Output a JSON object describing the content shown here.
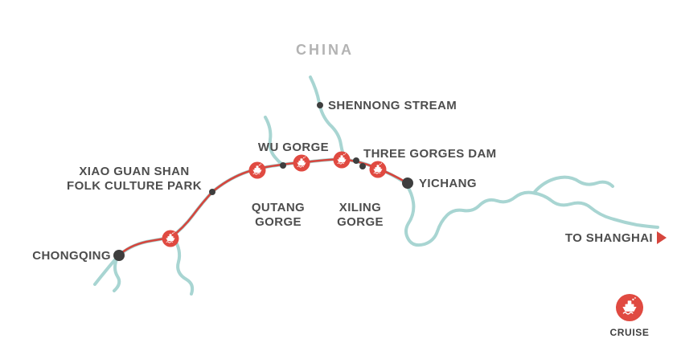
{
  "map": {
    "country_label": "CHINA",
    "labels": {
      "shennong_stream": "SHENNONG STREAM",
      "wu_gorge": "WU GORGE",
      "three_gorges_dam": "THREE GORGES DAM",
      "xiao_guan_line1": "XIAO GUAN SHAN",
      "xiao_guan_line2": "FOLK CULTURE PARK",
      "qutang_line1": "QUTANG",
      "qutang_line2": "GORGE",
      "xiling_line1": "XILING",
      "xiling_line2": "GORGE",
      "yichang": "YICHANG",
      "chongqing": "CHONGQING",
      "to_shanghai": "TO SHANGHAI"
    },
    "legend": {
      "cruise_label": "CRUISE"
    },
    "colors": {
      "river": "#a8d5d2",
      "route": "#d6453d",
      "marker": "#e04a41",
      "city_dot": "#3e3e3e",
      "label_text": "#4d4d4d",
      "country_text": "#b3b3b3",
      "arrow": "#d6453d"
    }
  }
}
